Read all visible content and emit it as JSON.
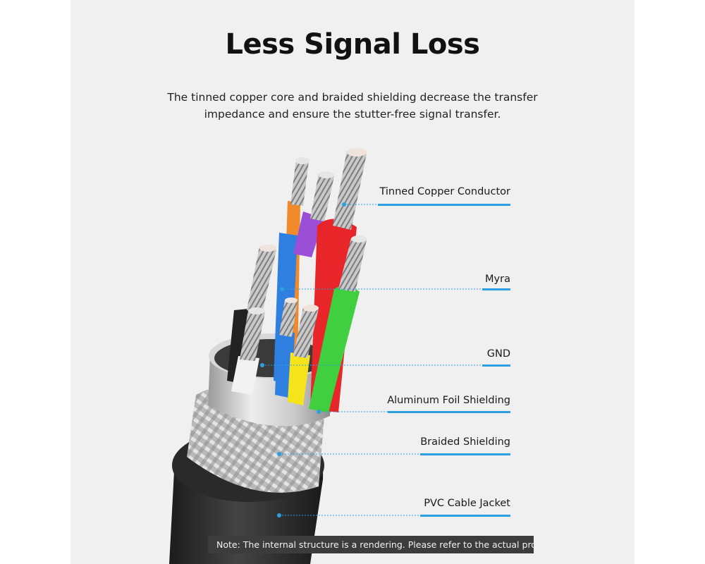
{
  "header": {
    "title": "Less Signal Loss",
    "subtitle": "The tinned copper core and braided shielding decrease the transfer impedance and ensure the stutter-free signal transfer."
  },
  "callouts": [
    {
      "id": "tinned-copper-conductor",
      "label": "Tinned Copper Conductor"
    },
    {
      "id": "myra",
      "label": "Myra"
    },
    {
      "id": "gnd",
      "label": "GND"
    },
    {
      "id": "aluminum-foil-shielding",
      "label": "Aluminum Foil Shielding"
    },
    {
      "id": "braided-shielding",
      "label": "Braided Shielding"
    },
    {
      "id": "pvc-cable-jacket",
      "label": "PVC Cable Jacket"
    }
  ],
  "footer": {
    "note": "Note: The internal structure is a rendering. Please refer to the actual product"
  },
  "colors": {
    "background": "#f0f0f0",
    "accent_line": "#2b9fe0",
    "jacket": "#2e2e2e",
    "wire_red": "#e8262a",
    "wire_green": "#3fcf3f",
    "wire_purple": "#9b4fd6",
    "wire_orange": "#f08a2a",
    "wire_blue": "#2f7fe0",
    "wire_yellow": "#f5e31c",
    "wire_white": "#f2f2f2",
    "wire_black": "#222222"
  }
}
